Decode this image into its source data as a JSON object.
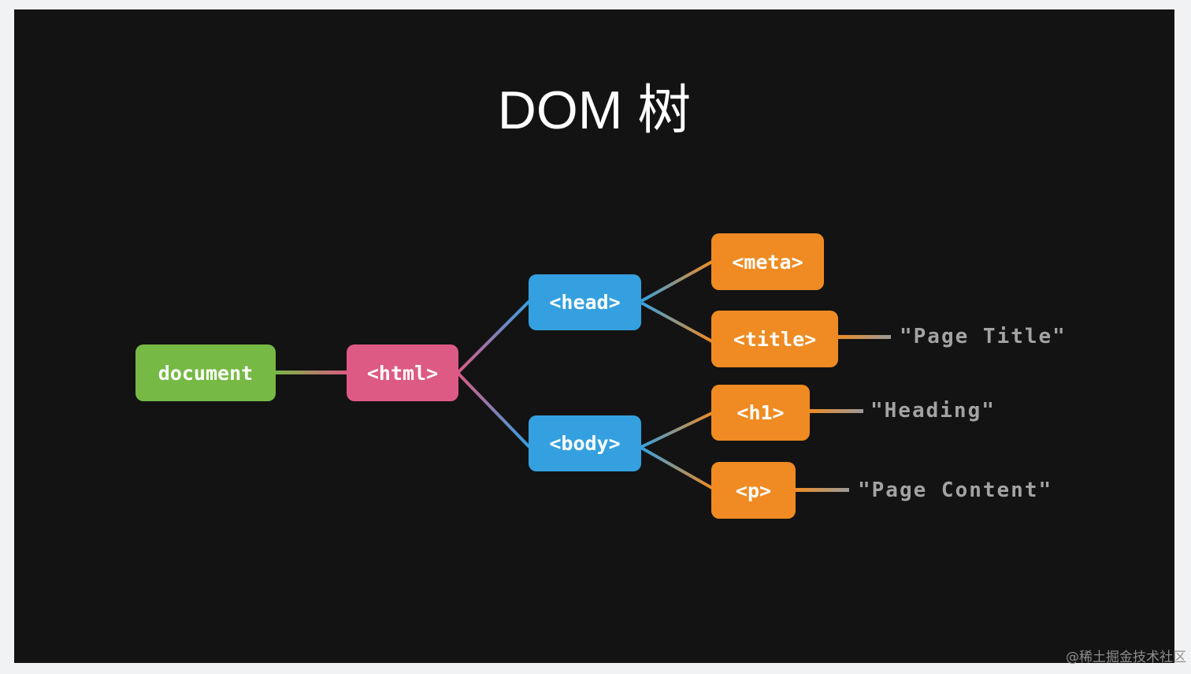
{
  "title": "DOM 树",
  "nodes": {
    "document": "document",
    "html": "<html>",
    "head": "<head>",
    "body": "<body>",
    "meta": "<meta>",
    "title": "<title>",
    "h1": "<h1>",
    "p": "<p>"
  },
  "text_leaves": {
    "page_title": "\"Page Title\"",
    "heading": "\"Heading\"",
    "page_content": "\"Page Content\""
  },
  "credit": "@稀土掘金技术社区",
  "colors": {
    "background": "#131313",
    "document": "#76b944",
    "html": "#dd5a84",
    "element": "#34a0e0",
    "leaf_element": "#ef8b22",
    "text_node": "#a3a3a3"
  }
}
